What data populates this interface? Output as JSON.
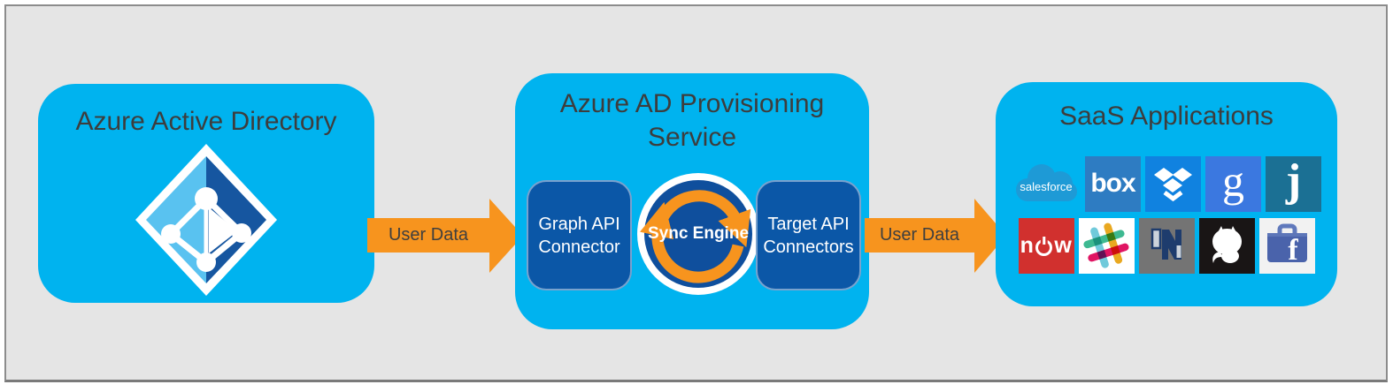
{
  "colors": {
    "frame_background": "#e5e5e5",
    "frame_border": "#8c8c8c",
    "box_cyan": "#00b3ef",
    "connector_navy": "#0b57a7",
    "sync_navy": "#0f4f9d",
    "arrow_orange": "#f7941e",
    "title_gray": "#3d3d3d"
  },
  "aad": {
    "title": "Azure Active Directory",
    "icon": "azure-active-directory-icon"
  },
  "arrows": {
    "left_label": "User Data",
    "right_label": "User Data"
  },
  "provisioning": {
    "title": "Azure AD Provisioning Service",
    "graph_connector": "Graph API Connector",
    "sync_engine": "Sync Engine",
    "target_connectors": "Target API Connectors"
  },
  "saas": {
    "title": "SaaS Applications",
    "apps": [
      "salesforce",
      "box",
      "dropbox",
      "google",
      "jive",
      "servicenow",
      "slack",
      "netsuite",
      "github",
      "facebook-at-work"
    ],
    "salesforce_label": "salesforce",
    "box_label": "box",
    "google_label": "g",
    "jive_label": "j",
    "now_prefix": "n",
    "now_suffix": "w",
    "facebook_label": "f"
  }
}
